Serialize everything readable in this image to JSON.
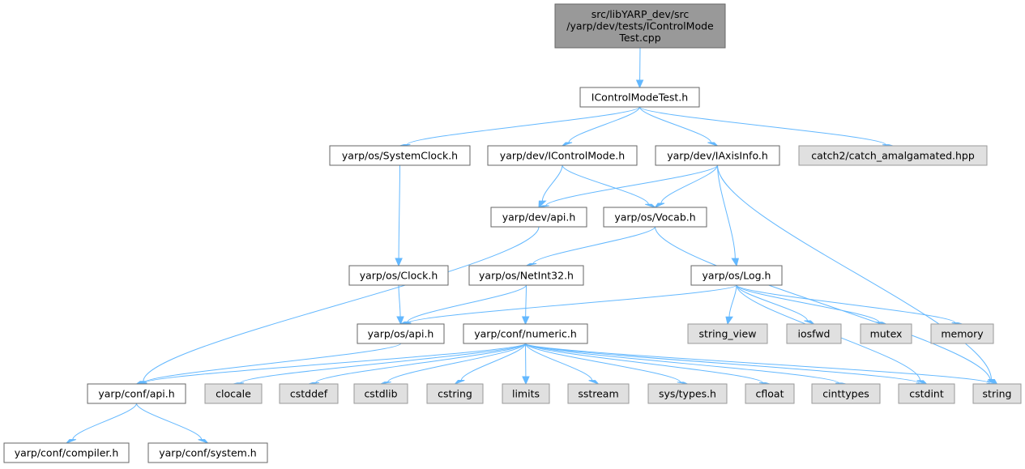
{
  "colors": {
    "edge": "#63b8ff",
    "root_fill": "#999999",
    "file_fill": "#ffffff",
    "system_fill": "#e0e0e0",
    "border": "#666666"
  },
  "nodes": [
    {
      "id": "root",
      "lines": [
        "src/libYARP_dev/src",
        "/yarp/dev/tests/IControlMode",
        "Test.cpp"
      ],
      "kind": "root"
    },
    {
      "id": "icmtest",
      "lines": [
        "IControlModeTest.h"
      ],
      "kind": "file"
    },
    {
      "id": "sysclock",
      "lines": [
        "yarp/os/SystemClock.h"
      ],
      "kind": "file"
    },
    {
      "id": "icm",
      "lines": [
        "yarp/dev/IControlMode.h"
      ],
      "kind": "file"
    },
    {
      "id": "iaxis",
      "lines": [
        "yarp/dev/IAxisInfo.h"
      ],
      "kind": "file"
    },
    {
      "id": "catch2",
      "lines": [
        "catch2/catch_amalgamated.hpp"
      ],
      "kind": "system"
    },
    {
      "id": "devapi",
      "lines": [
        "yarp/dev/api.h"
      ],
      "kind": "file"
    },
    {
      "id": "vocab",
      "lines": [
        "yarp/os/Vocab.h"
      ],
      "kind": "file"
    },
    {
      "id": "clock",
      "lines": [
        "yarp/os/Clock.h"
      ],
      "kind": "file"
    },
    {
      "id": "netint",
      "lines": [
        "yarp/os/NetInt32.h"
      ],
      "kind": "file"
    },
    {
      "id": "log",
      "lines": [
        "yarp/os/Log.h"
      ],
      "kind": "file"
    },
    {
      "id": "osapi",
      "lines": [
        "yarp/os/api.h"
      ],
      "kind": "file"
    },
    {
      "id": "numeric",
      "lines": [
        "yarp/conf/numeric.h"
      ],
      "kind": "file"
    },
    {
      "id": "strview",
      "lines": [
        "string_view"
      ],
      "kind": "system"
    },
    {
      "id": "iosfwd",
      "lines": [
        "iosfwd"
      ],
      "kind": "system"
    },
    {
      "id": "mutex",
      "lines": [
        "mutex"
      ],
      "kind": "system"
    },
    {
      "id": "memory",
      "lines": [
        "memory"
      ],
      "kind": "system"
    },
    {
      "id": "confapi",
      "lines": [
        "yarp/conf/api.h"
      ],
      "kind": "file"
    },
    {
      "id": "clocale",
      "lines": [
        "clocale"
      ],
      "kind": "system"
    },
    {
      "id": "cstddef",
      "lines": [
        "cstddef"
      ],
      "kind": "system"
    },
    {
      "id": "cstdlib",
      "lines": [
        "cstdlib"
      ],
      "kind": "system"
    },
    {
      "id": "cstring",
      "lines": [
        "cstring"
      ],
      "kind": "system"
    },
    {
      "id": "limits",
      "lines": [
        "limits"
      ],
      "kind": "system"
    },
    {
      "id": "sstream",
      "lines": [
        "sstream"
      ],
      "kind": "system"
    },
    {
      "id": "systypes",
      "lines": [
        "sys/types.h"
      ],
      "kind": "system"
    },
    {
      "id": "cfloat",
      "lines": [
        "cfloat"
      ],
      "kind": "system"
    },
    {
      "id": "cinttypes",
      "lines": [
        "cinttypes"
      ],
      "kind": "system"
    },
    {
      "id": "cstdint",
      "lines": [
        "cstdint"
      ],
      "kind": "system"
    },
    {
      "id": "string",
      "lines": [
        "string"
      ],
      "kind": "system"
    },
    {
      "id": "compiler",
      "lines": [
        "yarp/conf/compiler.h"
      ],
      "kind": "file"
    },
    {
      "id": "system",
      "lines": [
        "yarp/conf/system.h"
      ],
      "kind": "file"
    }
  ],
  "edges": [
    {
      "from": "root",
      "to": "icmtest"
    },
    {
      "from": "icmtest",
      "to": "sysclock"
    },
    {
      "from": "icmtest",
      "to": "icm"
    },
    {
      "from": "icmtest",
      "to": "iaxis"
    },
    {
      "from": "icmtest",
      "to": "catch2"
    },
    {
      "from": "sysclock",
      "to": "clock"
    },
    {
      "from": "icm",
      "to": "devapi"
    },
    {
      "from": "icm",
      "to": "vocab"
    },
    {
      "from": "iaxis",
      "to": "devapi"
    },
    {
      "from": "iaxis",
      "to": "vocab"
    },
    {
      "from": "iaxis",
      "to": "log"
    },
    {
      "from": "iaxis",
      "to": "string"
    },
    {
      "from": "devapi",
      "to": "confapi"
    },
    {
      "from": "vocab",
      "to": "netint"
    },
    {
      "from": "vocab",
      "to": "string"
    },
    {
      "from": "clock",
      "to": "osapi"
    },
    {
      "from": "netint",
      "to": "osapi"
    },
    {
      "from": "netint",
      "to": "numeric"
    },
    {
      "from": "log",
      "to": "osapi"
    },
    {
      "from": "log",
      "to": "strview"
    },
    {
      "from": "log",
      "to": "iosfwd"
    },
    {
      "from": "log",
      "to": "mutex"
    },
    {
      "from": "log",
      "to": "memory"
    },
    {
      "from": "log",
      "to": "cstdint"
    },
    {
      "from": "osapi",
      "to": "confapi"
    },
    {
      "from": "numeric",
      "to": "confapi"
    },
    {
      "from": "numeric",
      "to": "clocale"
    },
    {
      "from": "numeric",
      "to": "cstddef"
    },
    {
      "from": "numeric",
      "to": "cstdlib"
    },
    {
      "from": "numeric",
      "to": "cstring"
    },
    {
      "from": "numeric",
      "to": "limits"
    },
    {
      "from": "numeric",
      "to": "sstream"
    },
    {
      "from": "numeric",
      "to": "systypes"
    },
    {
      "from": "numeric",
      "to": "cfloat"
    },
    {
      "from": "numeric",
      "to": "cinttypes"
    },
    {
      "from": "numeric",
      "to": "cstdint"
    },
    {
      "from": "numeric",
      "to": "string"
    },
    {
      "from": "confapi",
      "to": "compiler"
    },
    {
      "from": "confapi",
      "to": "system"
    }
  ]
}
